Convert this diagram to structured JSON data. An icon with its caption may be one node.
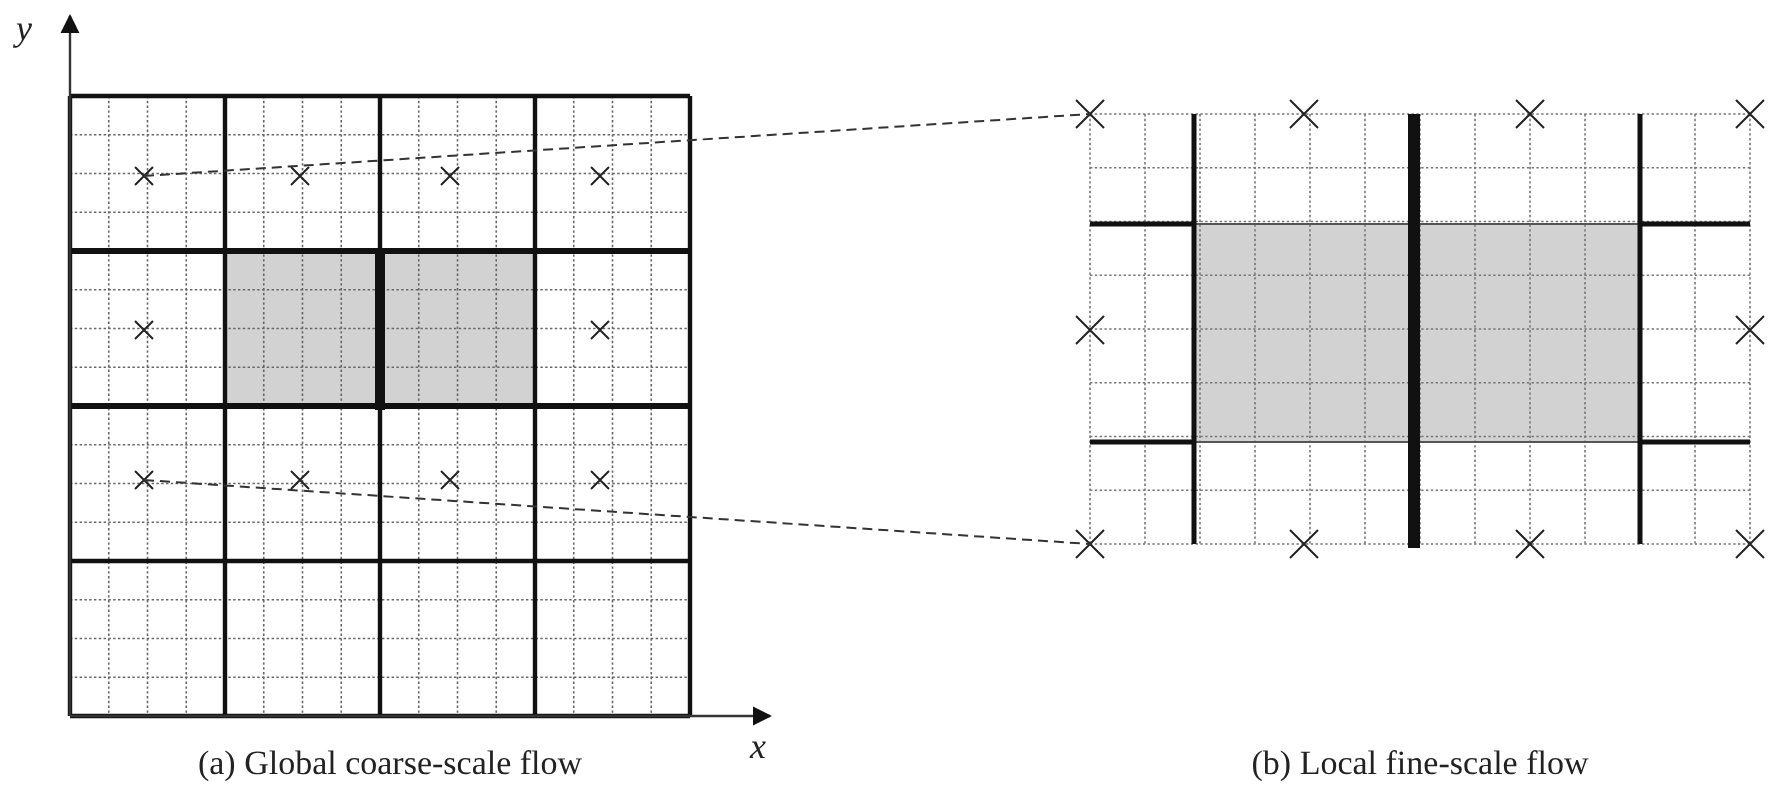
{
  "diagram": {
    "nodes": [
      {
        "text": [],
        "shape": "picture"
      },
      {
        "text": [],
        "shape": "picture"
      }
    ],
    "edges": [
      {
        "from": 0,
        "to": 1,
        "arrow": "none",
        "style": "dashed"
      },
      {
        "from": 0,
        "to": 1,
        "arrow": "none",
        "style": "dashed"
      }
    ],
    "labels": [
      "y",
      "x",
      "(a) Global coarse-scale flow",
      "(b) Local fine-scale flow"
    ]
  }
}
